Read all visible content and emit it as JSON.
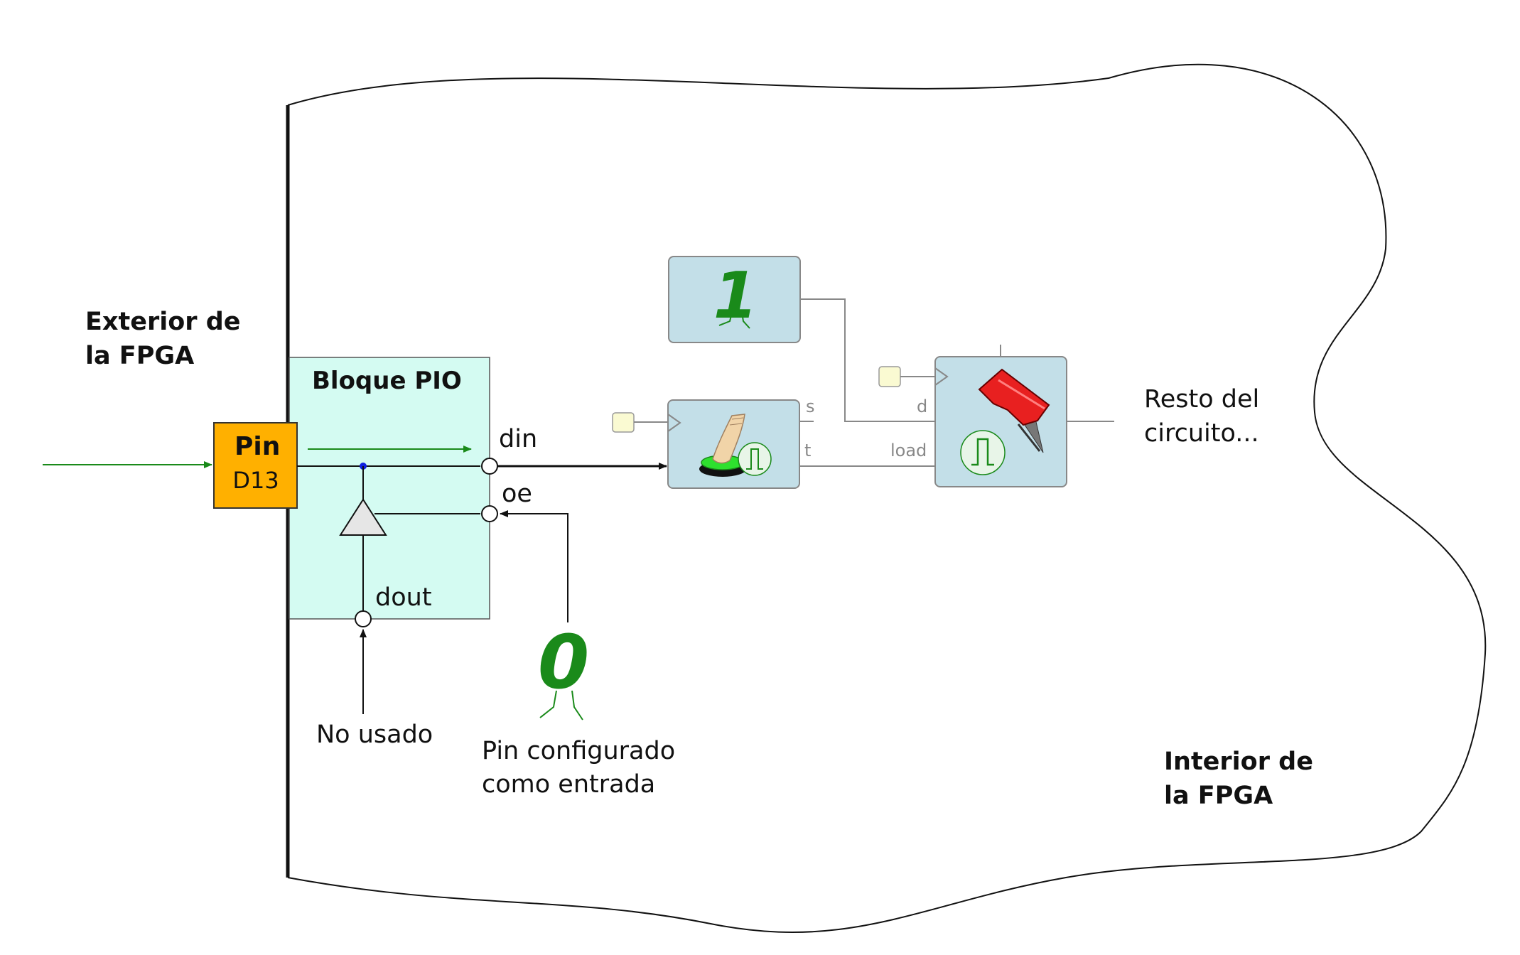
{
  "exterior": {
    "line1": "Exterior de",
    "line2": "la FPGA"
  },
  "interior": {
    "line1": "Interior de",
    "line2": "la FPGA"
  },
  "pin": {
    "title": "Pin",
    "name": "D13"
  },
  "pio": {
    "title": "Bloque PIO",
    "din": "din",
    "oe": "oe",
    "dout": "dout"
  },
  "not_used": "No usado",
  "constant_zero": {
    "value": "0",
    "caption_line1": "Pin configurado",
    "caption_line2": "como entrada"
  },
  "constant_one": {
    "value": "1"
  },
  "button_block": {
    "port_s": "s",
    "port_t": "t"
  },
  "register_block": {
    "port_d": "d",
    "port_load": "load"
  },
  "rest": {
    "line1": "Resto del",
    "line2": "circuito..."
  },
  "colors": {
    "pio_fill": "#d4fbf2",
    "pin_fill": "#ffb000",
    "block_fill": "#c3dfe8",
    "green": "#1a8a1a",
    "clock_fill": "#fafad2",
    "pushpin_red": "#e82020"
  }
}
